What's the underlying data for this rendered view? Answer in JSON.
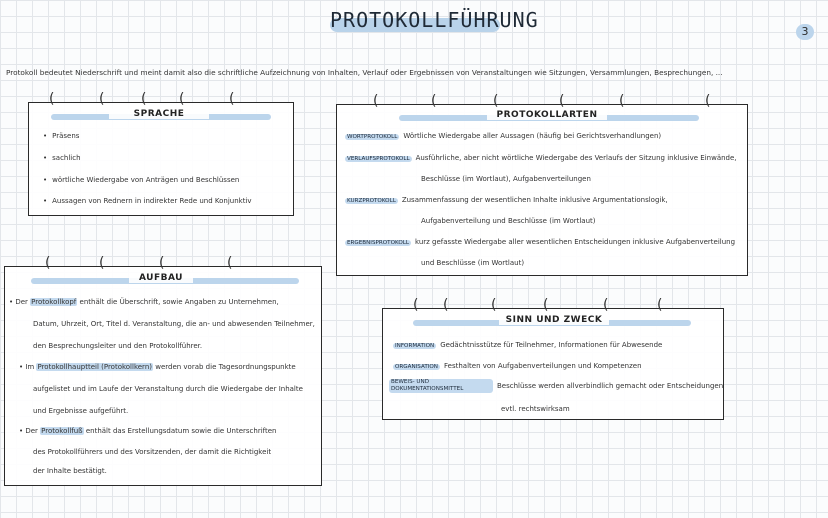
{
  "page": {
    "title": "PROTOKOLLFÜHRUNG",
    "number": "3",
    "intro": "Protokoll bedeutet Niederschrift und meint damit also die schriftliche Aufzeichnung von Inhalten, Verlauf oder Ergebnissen von Veranstaltungen wie Sitzungen, Versammlungen, Besprechungen, ..."
  },
  "sprache": {
    "title": "SPRACHE",
    "items": [
      "Präsens",
      "sachlich",
      "wörtliche Wiedergabe von Anträgen und Beschlüssen",
      "Aussagen von Rednern in indirekter Rede und Konjunktiv"
    ]
  },
  "protokollarten": {
    "title": "PROTOKOLLARTEN",
    "rows": [
      {
        "tag": "WORTPROTOKOLL",
        "lines": [
          "Wörtliche Wiedergabe aller Aussagen (häufig bei Gerichtsverhandlungen)"
        ]
      },
      {
        "tag": "VERLAUFSPROTOKOLL",
        "lines": [
          "Ausführliche, aber nicht wörtliche Wiedergabe des Verlaufs der Sitzung inklusive Einwände,",
          "Beschlüsse (im Wortlaut), Aufgabenverteilungen"
        ]
      },
      {
        "tag": "KURZPROTOKOLL",
        "lines": [
          "Zusammenfassung der wesentlichen Inhalte inklusive Argumentationslogik,",
          "Aufgabenverteilung und Beschlüsse (im Wortlaut)"
        ]
      },
      {
        "tag": "ERGEBNISPROTOKOLL",
        "lines": [
          "kurz gefasste Wiedergabe aller wesentlichen Entscheidungen inklusive Aufgabenverteilung",
          "und Beschlüsse (im Wortlaut)"
        ]
      }
    ]
  },
  "aufbau": {
    "title": "AUFBAU",
    "kopf": {
      "pre": "Der",
      "term": "Protokollkopf",
      "line1": "enthält die Überschrift, sowie Angaben zu Unternehmen,",
      "line2": "Datum, Uhrzeit, Ort, Titel d. Veranstaltung, die an- und abwesenden Teilnehmer,",
      "line3": "den Besprechungsleiter und den Protokollführer."
    },
    "haupt": {
      "pre": "Im",
      "term": "Protokollhauptteil (Protokollkern)",
      "line1": "werden vorab die Tagesordnungspunkte",
      "line2": "aufgelistet und im Laufe der Veranstaltung durch die Wiedergabe der Inhalte",
      "line3": "und Ergebnisse aufgeführt."
    },
    "fuss": {
      "pre": "Der",
      "term": "Protokollfuß",
      "line1": "enthält das Erstellungsdatum sowie die Unterschriften",
      "line2": "des Protokollführers und des Vorsitzenden, der damit die Richtigkeit",
      "line3": "der Inhalte bestätigt."
    }
  },
  "sinn": {
    "title": "SINN UND ZWECK",
    "rows": [
      {
        "tag": "INFORMATION",
        "text": "Gedächtnisstütze für Teilnehmer, Informationen für Abwesende"
      },
      {
        "tag": "ORGANISATION",
        "text": "Festhalten von Aufgabenverteilungen und Kompetenzen"
      },
      {
        "tag": "BEWEIS- UND DOKUMENTATIONSMITTEL",
        "text": "Beschlüsse werden allverbindlich gemacht oder Entscheidungen",
        "text2": "evtl. rechtswirksam"
      }
    ]
  }
}
